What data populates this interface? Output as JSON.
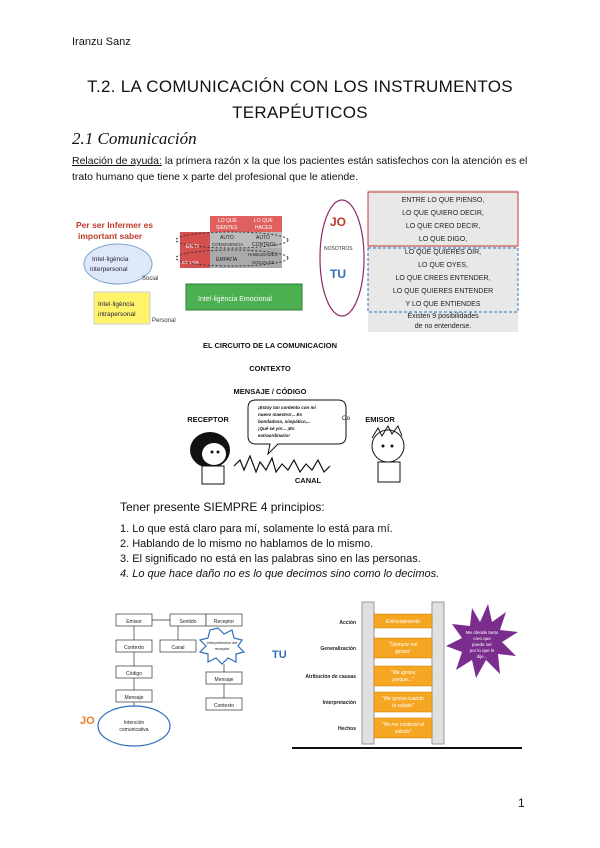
{
  "header": {
    "author": "Iranzu Sanz"
  },
  "title": {
    "line1": "T.2. LA COMUNICACIÓN CON LOS  INSTRUMENTOS",
    "line2": "TERAPÉUTICOS"
  },
  "section": {
    "heading": "2.1 Comunicación"
  },
  "paragraph": {
    "term": "Relación de ayuda:",
    "text": " la primera razón  x la que los pacientes están satisfechos con la atención es el trato humano que tiene x parte del profesional que le  atiende."
  },
  "fig1": {
    "headline": "Per ser Infermer es important saber",
    "interpersonal": "Intel·ligència interpersonal",
    "intrapersonal": "Intel·ligència intrapersonal",
    "social": "Social",
    "personal": "Personal",
    "emotional": "Intel·ligència Emocional",
    "top_cells": [
      "LO QUE SIENTES",
      "LO QUE HACES"
    ],
    "mid_cells": [
      "AUTO CONSCIENCIA",
      "AUTO CONTROL"
    ],
    "low_cells": [
      "EMPATÍA",
      "HABILIDADES SOCIALES"
    ],
    "side_labels": [
      "EN TI",
      "EN LOS OTROS"
    ],
    "jo": "JO",
    "tu": "TU",
    "nosotros": "NOSOTROS",
    "phrases": [
      "ENTRE LO QUE PIENSO,",
      "LO QUE QUIERO DECIR,",
      "LO QUE CREO DECIR,",
      "LO QUE DIGO,",
      "LO QUE QUIERES OIR,",
      "LO QUE OYES,",
      "LO QUE CREES ENTENDER,",
      "LO QUE QUIERES ENTENDER",
      "Y LO QUE ENTIENDES"
    ],
    "footer": [
      "Existen 9 posibilidades",
      "de no entenderse."
    ]
  },
  "fig2": {
    "title": "EL CIRCUITO DE LA COMUNICACION",
    "context": "CONTEXTO",
    "message": "MENSAJE / CÓDIGO",
    "receptor": "RECEPTOR",
    "emisor": "EMISOR",
    "channel": "CANAL",
    "bubble": [
      "¡Estoy tan contento con mi",
      "nuevo maestro!... Es",
      "bondadoso, simpático,...",
      "¡Qué sé yo!... ¡Es",
      "extraordinario!"
    ],
    "oo": "Oo"
  },
  "principles": {
    "heading": "Tener presente SIEMPRE 4 principios:",
    "items": [
      "1.  Lo que está claro para mí, solamente lo está para mí.",
      "2.  Hablando de lo mismo no hablamos de lo mismo.",
      "3.  El significado no está en las palabras sino en las personas.",
      "4.  Lo que hace daño no es lo que decimos sino como lo decimos."
    ]
  },
  "fig3": {
    "boxes": [
      "Emisor",
      "Contexto",
      "Código",
      "Mensaje",
      "Intención comunicativa",
      "Sentido",
      "Canal",
      "Receptor",
      "Interpretación del receptor",
      "Mensaje",
      "Contexto"
    ],
    "tu": "TU",
    "jo": "JO"
  },
  "fig4": {
    "levels": [
      "Acción",
      "Generalización",
      "Atribución de causas",
      "Interpretación",
      "Hechos"
    ],
    "steps": [
      "Enfrentamiento",
      "\"Siempre me ignora\"",
      "\"Me ignora porque...\"",
      "\"Me ignora cuando la saludo\"",
      "\"No me contestó el saludo\""
    ],
    "star": [
      "Me ofende tanto",
      "creo que",
      "puede ser",
      "por lo que le",
      "dije..."
    ]
  },
  "footer": {
    "page": "1"
  }
}
